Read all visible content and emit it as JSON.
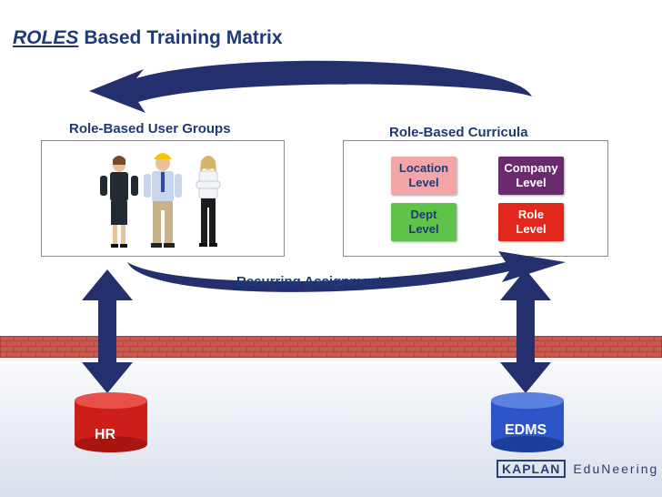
{
  "title": {
    "roles": "ROLES",
    "rest": "Based Training Matrix"
  },
  "left_panel": {
    "label": "Role-Based User Groups"
  },
  "right_panel": {
    "label": "Role-Based Curricula",
    "cells": [
      {
        "text": "Location\nLevel",
        "color": "#f4a6a6",
        "text_color": "#1f3a78"
      },
      {
        "text": "Company\nLevel",
        "color": "#6b2a6e",
        "text_color": "#ffffff"
      },
      {
        "text": "Dept\nLevel",
        "color": "#5fc34a",
        "text_color": "#1f3a78"
      },
      {
        "text": "Role\nLevel",
        "color": "#e1261c",
        "text_color": "#ffffff"
      }
    ]
  },
  "arrow_label": "Recurring Assignment",
  "databases": {
    "hr": "HR",
    "edms": "EDMS"
  },
  "logo": {
    "brand": "KAPLAN",
    "sub": "EduNeering"
  },
  "colors": {
    "navy": "#1f3a78",
    "arrow": "#24306e",
    "hr_db": "#cc1f1a",
    "edms_db": "#2b55c8"
  }
}
